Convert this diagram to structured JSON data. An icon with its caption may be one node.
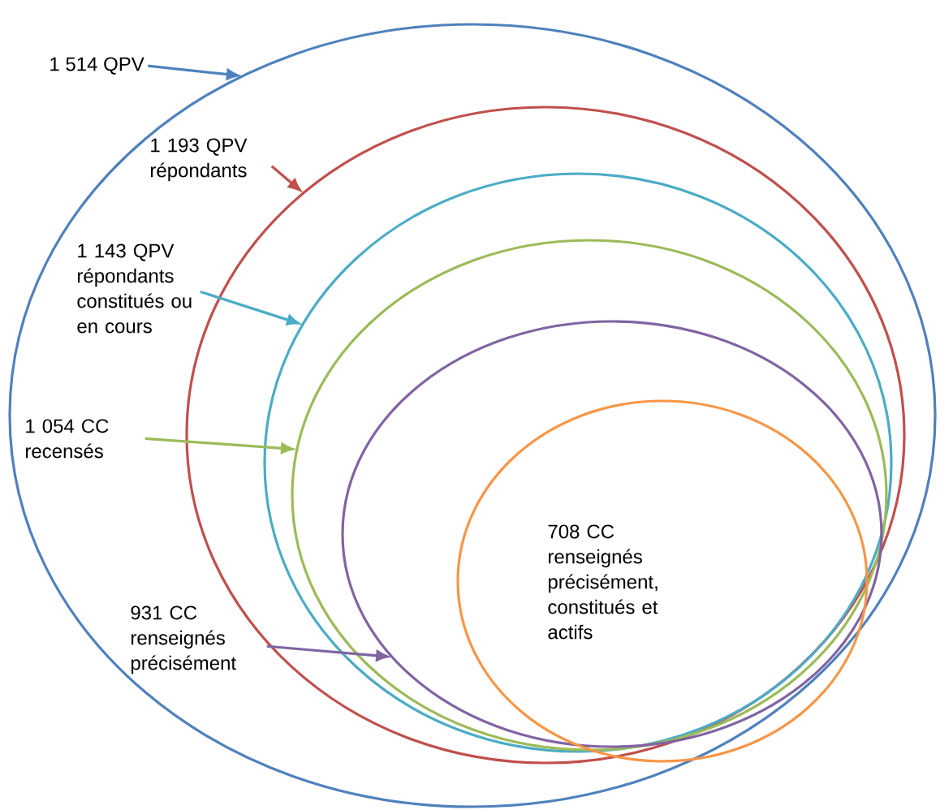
{
  "diagram": {
    "nodes": [
      {
        "text": [],
        "shape": "circle"
      },
      {
        "text": [],
        "shape": "circle",
        "in": 0
      },
      {
        "text": [],
        "shape": "circle",
        "in": 1
      },
      {
        "text": [],
        "shape": "circle",
        "in": 2
      },
      {
        "text": [],
        "shape": "circle",
        "in": 3
      },
      {
        "text": [
          "708 CC renseignés précisément, constitués et actifs"
        ],
        "in": 4
      },
      {
        "text": [
          "1 514 QPV"
        ]
      },
      {
        "text": [
          "1 193 QPV répondants"
        ],
        "in": 0
      },
      {
        "text": [
          "1 143 QPV répondants constitués ou en cours"
        ],
        "in": 0
      },
      {
        "text": [
          "1 054 CC recensés"
        ],
        "in": 0
      },
      {
        "text": [
          "931 CC renseignés précisément"
        ],
        "in": 0
      }
    ],
    "edges": [
      {
        "from": 6,
        "to": 0,
        "arrow": "to",
        "color": "#4f81bd"
      },
      {
        "from": 7,
        "to": 1,
        "arrow": "to",
        "color": "#c0504d"
      },
      {
        "from": 8,
        "to": 2,
        "arrow": "to",
        "color": "#4bacc6"
      },
      {
        "from": 9,
        "to": 3,
        "arrow": "to",
        "color": "#9bbb59"
      },
      {
        "from": 10,
        "to": 4,
        "arrow": "to",
        "color": "#8064a2"
      }
    ]
  }
}
